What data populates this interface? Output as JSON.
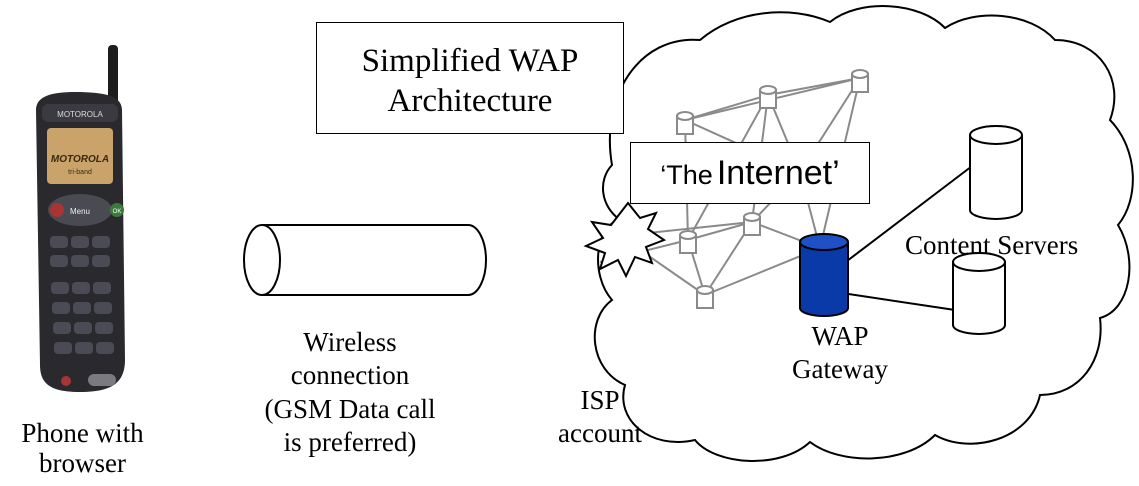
{
  "title": {
    "line1": "Simplified WAP",
    "line2": "Architecture"
  },
  "internet_label": {
    "quote_open": "‘The",
    "word": "Internet’"
  },
  "content_servers_label": "Content Servers",
  "gateway_label": {
    "line1": "WAP",
    "line2": "Gateway"
  },
  "phone": {
    "brand": "MOTOROLA",
    "screen_brand": "MOTOROLA",
    "screen_sub": "tri-band",
    "menu_key": "Menu",
    "ok_key": "OK",
    "caption": {
      "line1": "Phone with",
      "line2": "browser"
    }
  },
  "wireless_caption": {
    "line1": "Wireless",
    "line2": "connection",
    "line3": "(GSM Data call",
    "line4": "is preferred)"
  },
  "isp_caption": {
    "line1": "ISP",
    "line2": "account"
  },
  "colors": {
    "gateway_fill": "#0a39a8",
    "mesh_gray": "#8a8a8a",
    "phone_body": "#2a2a2e",
    "screen": "#c9a36a"
  }
}
